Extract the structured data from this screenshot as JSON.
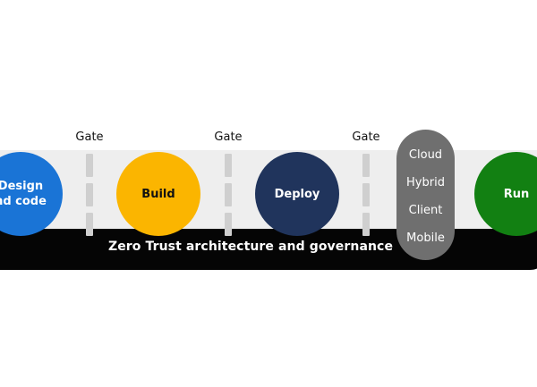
{
  "diagram": {
    "gates": [
      "Gate",
      "Gate",
      "Gate"
    ],
    "stages": [
      {
        "lines": [
          "Design",
          "nd code"
        ],
        "color": "#1a74d6",
        "text_color": "#ffffff"
      },
      {
        "lines": [
          "Build"
        ],
        "color": "#fbb500",
        "text_color": "#111111"
      },
      {
        "lines": [
          "Deploy"
        ],
        "color": "#20345c",
        "text_color": "#ffffff"
      },
      {
        "lines": [
          "Run"
        ],
        "color": "#128012",
        "text_color": "#ffffff"
      }
    ],
    "environments": [
      "Cloud",
      "Hybrid",
      "Client",
      "Mobile"
    ],
    "foundation_label": "Zero Trust architecture and governance"
  }
}
